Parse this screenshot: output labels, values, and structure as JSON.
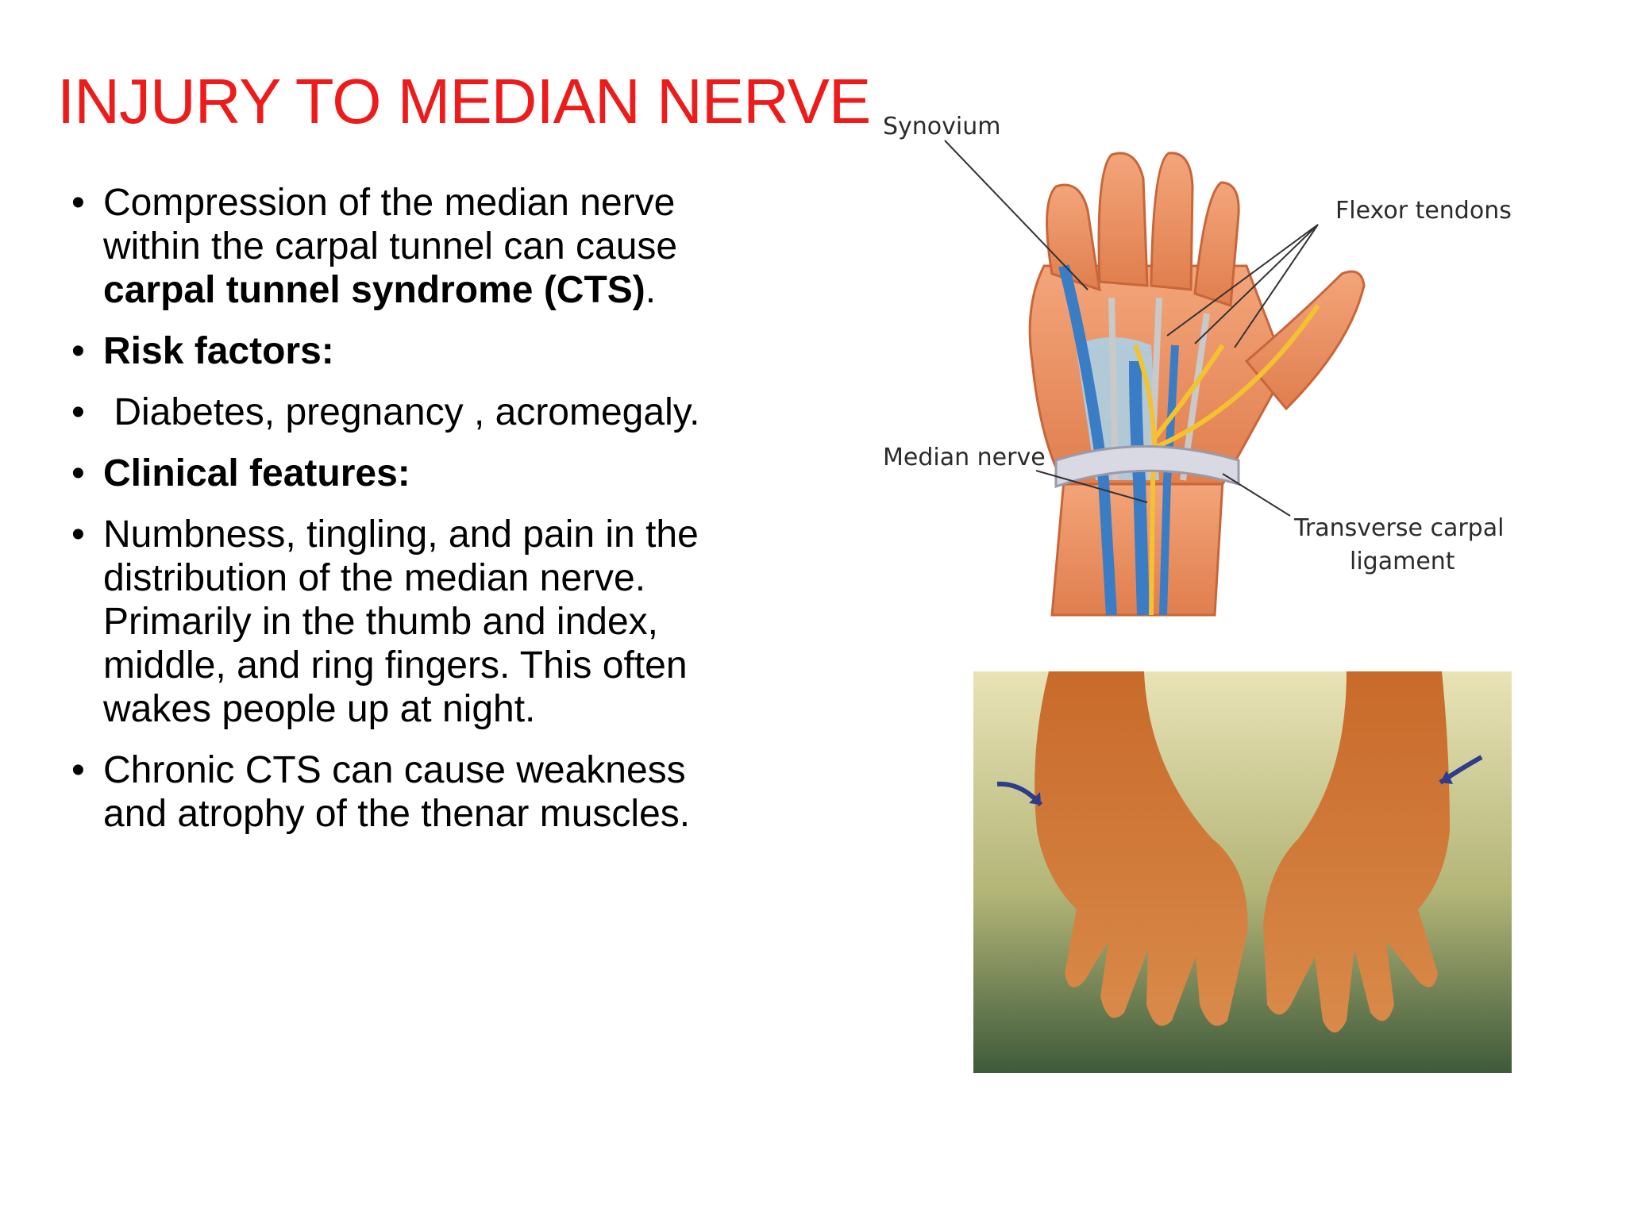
{
  "title": "INJURY TO MEDIAN NERVE",
  "colors": {
    "title": "#ee1b1b",
    "skin": "#e9905e",
    "vein": "#3b7dc4",
    "nerve": "#f2c230"
  },
  "bullets": [
    {
      "pre": "Compression of the median nerve within the carpal tunnel can cause ",
      "bold": "carpal tunnel syndrome (CTS)",
      "post": "."
    },
    {
      "pre": "",
      "bold": "Risk factors:",
      "post": ""
    },
    {
      "pre": " Diabetes, pregnancy , acromegaly.",
      "bold": "",
      "post": ""
    },
    {
      "pre": "",
      "bold": "Clinical features:",
      "post": ""
    },
    {
      "pre": "Numbness, tingling, and pain in the distribution of the median nerve. Primarily in the thumb and index, middle, and ring fingers. This often wakes people up at night.",
      "bold": "",
      "post": ""
    },
    {
      "pre": "Chronic CTS can cause weakness and atrophy of the thenar muscles.",
      "bold": "",
      "post": ""
    }
  ],
  "bullet_glyph": "•",
  "anatomy_labels": {
    "synovium": "Synovium",
    "flexor_tendons": "Flexor tendons",
    "median_nerve": "Median nerve",
    "transverse_line1": "Transverse carpal",
    "transverse_line2": "ligament"
  }
}
